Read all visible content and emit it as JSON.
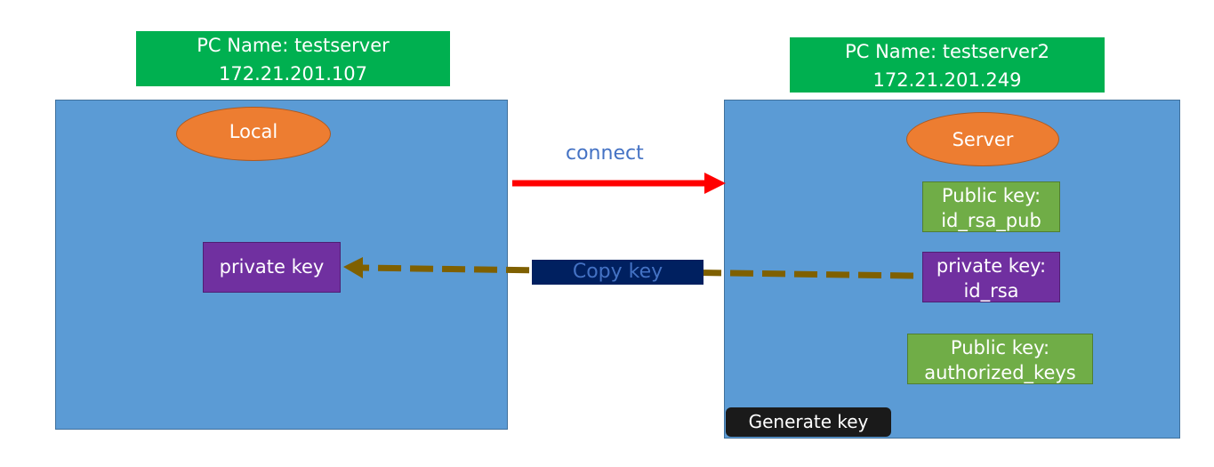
{
  "local_machine": {
    "pc_name": "PC Name: testserver",
    "ip": "172.21.201.107",
    "role": "Local",
    "private_key": "private key"
  },
  "remote_machine": {
    "pc_name": "PC Name: testserver2",
    "ip": "172.21.201.249",
    "role": "Server",
    "public_key_line1": "Public key:",
    "public_key_line2": "id_rsa_pub",
    "private_key_line1": "private key:",
    "private_key_line2": "id_rsa",
    "authorized_line1": "Public key:",
    "authorized_line2": "authorized_keys",
    "generate_label": "Generate key"
  },
  "connections": {
    "connect_label": "connect",
    "copy_label": "Copy key"
  },
  "colors": {
    "header_green": "#00b050",
    "machine_blue": "#5b9bd5",
    "oval_orange": "#ed7d31",
    "key_green": "#70ad47",
    "key_purple": "#7030a0",
    "connect_arrow": "#ff0000",
    "copy_arrow": "#7f6000"
  }
}
